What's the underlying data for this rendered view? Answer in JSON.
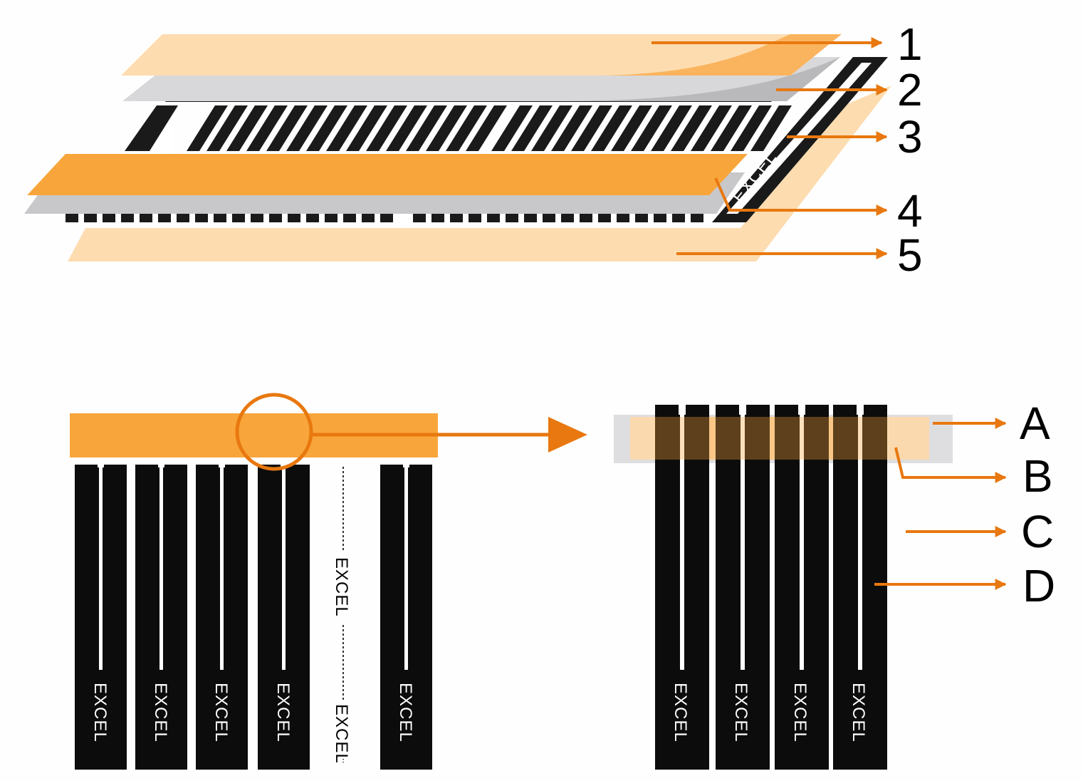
{
  "layer_labels": [
    "1",
    "2",
    "3",
    "4",
    "5"
  ],
  "part_labels": [
    "A",
    "B",
    "C",
    "D"
  ],
  "strip_stamp": "EXCEL",
  "colors": {
    "orange": "#f8a63c",
    "light_orange": "#fddcb0",
    "grey_film": "#d3d3d5",
    "black": "#111111",
    "arrow": "#e8780f"
  }
}
